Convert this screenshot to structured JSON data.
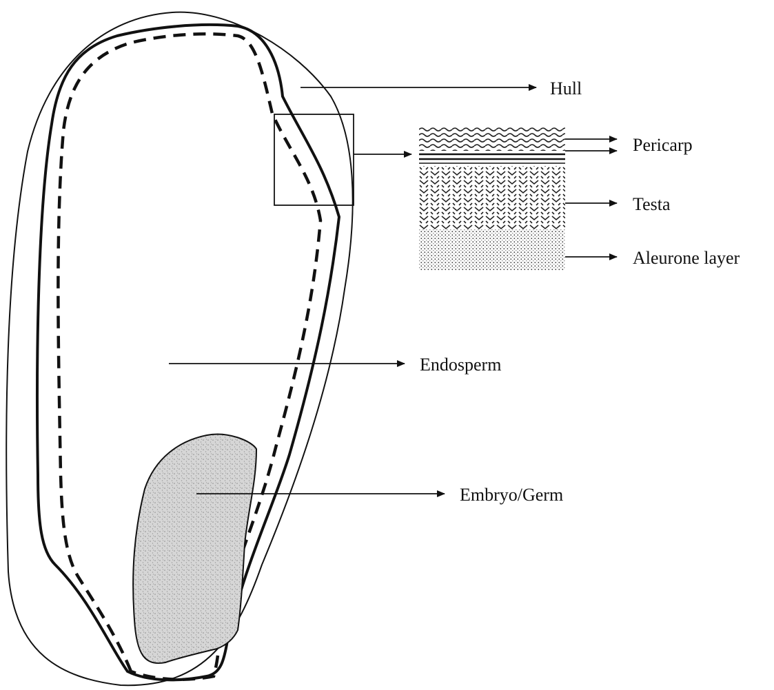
{
  "labels": {
    "hull": "Hull",
    "pericarp": "Pericarp",
    "testa": "Testa",
    "aleurone": "Aleurone layer",
    "endosperm": "Endosperm",
    "embryo": "Embryo/Germ"
  },
  "colors": {
    "ink": "#111111",
    "embryo_fill": "#cfcfcf",
    "background": "#ffffff"
  }
}
